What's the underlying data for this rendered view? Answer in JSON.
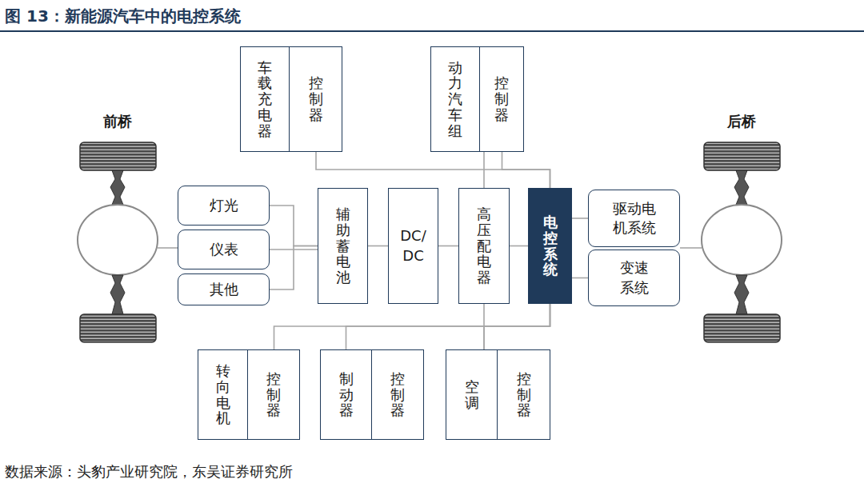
{
  "diagram": {
    "title": "图 13：新能源汽车中的电控系统",
    "caption": "数据来源：头豹产业研究院，东吴证券研究所",
    "nodes": [
      {
        "text": [
          "车载充电器"
        ]
      },
      {
        "text": [
          "控制器"
        ]
      },
      {
        "text": [
          "动力汽车组"
        ]
      },
      {
        "text": [
          "控制器"
        ]
      },
      {
        "text": [
          "灯光"
        ]
      },
      {
        "text": [
          "仪表"
        ]
      },
      {
        "text": [
          "其他"
        ]
      },
      {
        "text": [
          "辅助蓄电池"
        ]
      },
      {
        "text": [
          "DC/DC"
        ]
      },
      {
        "text": [
          "高压配电器"
        ]
      },
      {
        "text": [
          "电控系统"
        ]
      },
      {
        "text": [
          "驱动电机系统"
        ]
      },
      {
        "text": [
          "变速系统"
        ]
      },
      {
        "text": [
          "转向电机"
        ]
      },
      {
        "text": [
          "控制器"
        ]
      },
      {
        "text": [
          "制动器"
        ]
      },
      {
        "text": [
          "控制器"
        ]
      },
      {
        "text": [
          "空调"
        ]
      },
      {
        "text": [
          "控制器"
        ]
      }
    ],
    "edges": [
      {
        "from": 1,
        "to": 10,
        "arrow": "none"
      },
      {
        "from": 3,
        "to": 9,
        "arrow": "none"
      },
      {
        "from": 3,
        "to": 10,
        "arrow": "none"
      },
      {
        "from": 4,
        "to": 7,
        "arrow": "none"
      },
      {
        "from": 5,
        "to": 7,
        "arrow": "none"
      },
      {
        "from": 6,
        "to": 7,
        "arrow": "none"
      },
      {
        "from": 7,
        "to": 8,
        "arrow": "none"
      },
      {
        "from": 8,
        "to": 9,
        "arrow": "none"
      },
      {
        "from": 9,
        "to": 10,
        "arrow": "none"
      },
      {
        "from": 10,
        "to": 11,
        "arrow": "none"
      },
      {
        "from": 10,
        "to": 12,
        "arrow": "none"
      },
      {
        "from": 10,
        "to": 14,
        "arrow": "none"
      },
      {
        "from": 10,
        "to": 15,
        "arrow": "none"
      },
      {
        "from": 10,
        "to": 17,
        "arrow": "none"
      },
      {
        "from": 9,
        "to": 17,
        "arrow": "none"
      }
    ],
    "labels": [
      "前桥",
      "后桥"
    ]
  }
}
